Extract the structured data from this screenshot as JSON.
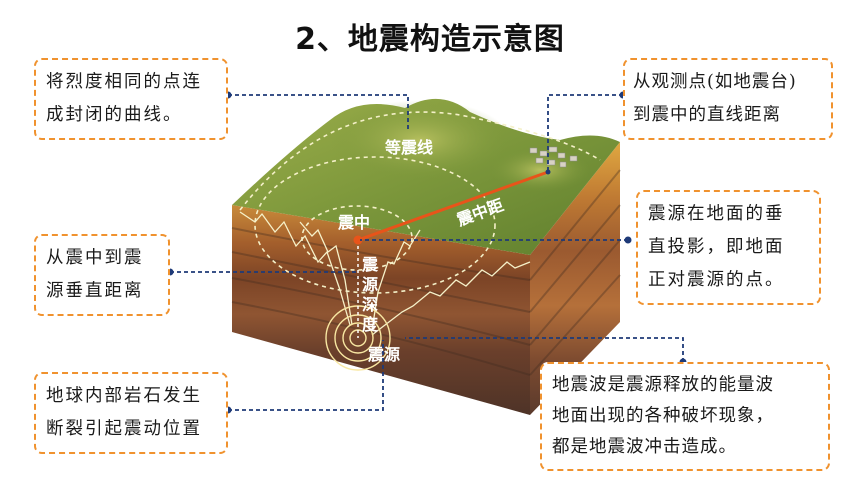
{
  "title": "2、地震构造示意图",
  "diagram_labels": {
    "isoseismal": "等震线",
    "epicenter": "震中",
    "epicentral_distance": "震中距",
    "focal_depth": [
      "震",
      "源",
      "深",
      "度"
    ],
    "focus": "震源"
  },
  "callouts": {
    "isoseismal": [
      "将烈度相同的点连",
      "成封闭的曲线。"
    ],
    "epicentral_distance": [
      "从观测点(如地震台)",
      "到震中的直线距离"
    ],
    "epicenter": [
      "震源在地面的垂",
      "直投影，即地面",
      "正对震源的点。"
    ],
    "focal_depth": [
      "从震中到震",
      "源垂直距离"
    ],
    "focus": [
      "地球内部岩石发生",
      "断裂引起震动位置"
    ],
    "seismic_wave": [
      "地震波是震源释放的能量波",
      "地面出现的各种破坏现象，",
      "都是地震波冲击造成。"
    ]
  },
  "colors": {
    "callout_border": "#f0922e",
    "leader_line": "#1e3a78",
    "epicentral_line": "#e8541a",
    "grass": "#7f9a3e",
    "soil_1": "#c7892f",
    "soil_2": "#8a4c2a",
    "soil_3": "#5e3828"
  }
}
